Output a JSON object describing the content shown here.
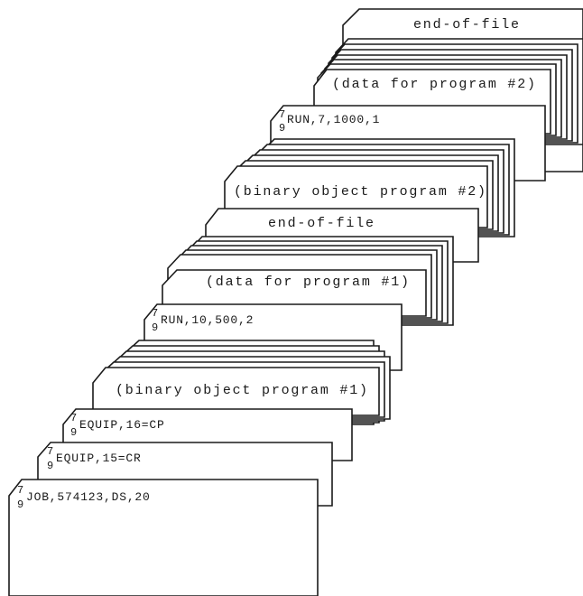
{
  "deck": {
    "eof_top": "end-of-file",
    "data_2": "(data for program #2)",
    "run_2": {
      "row7": "7",
      "row9": "9",
      "text": "RUN,7,1000,1"
    },
    "binary_2": "(binary object program #2)",
    "eof_mid": "end-of-file",
    "data_1": "(data for program #1)",
    "run_1": {
      "row7": "7",
      "row9": "9",
      "text": "RUN,10,500,2"
    },
    "binary_1": "(binary object program #1)",
    "equip_cp": {
      "row7": "7",
      "row9": "9",
      "text": "EQUIP,16=CP"
    },
    "equip_cr": {
      "row7": "7",
      "row9": "9",
      "text": "EQUIP,15=CR"
    },
    "job": {
      "row7": "7",
      "row9": "9",
      "text": "JOB,574123,DS,20"
    }
  }
}
